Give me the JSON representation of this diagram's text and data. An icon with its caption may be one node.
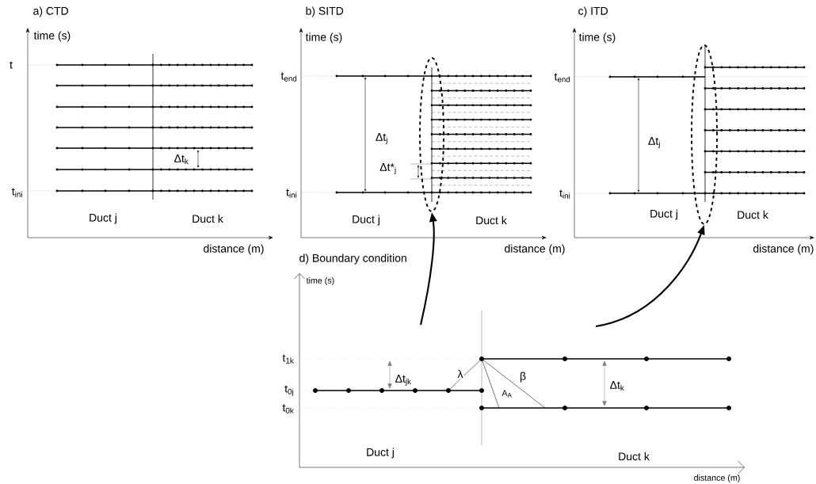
{
  "diagram": {
    "nodes": [
      {
        "text": [],
        "shape": "ellipse"
      },
      {
        "text": [],
        "shape": "ellipse"
      }
    ],
    "edges": [
      {
        "from": null,
        "to": 0,
        "arrow": "to"
      },
      {
        "from": null,
        "to": 1,
        "arrow": "to"
      }
    ],
    "labels": [
      "a) CTD",
      "b) SITD",
      "c) ITD",
      "time (s)",
      "time (s)",
      "time (s)",
      "t",
      "t$_{end}$",
      "t$_{end}$",
      "Δt$_{j}$",
      "Δt$_{j}$",
      "Δt$_{k}$",
      "Δt*$_{j}$",
      "t$_{ini}$",
      "t$_{ini}$",
      "t$_{ini}$",
      "Duct j",
      "Duct k",
      "Duct j",
      "Duct k",
      "Duct j",
      "Duct k",
      "distance (m)",
      "distance (m)",
      "distance (m)",
      "d) Boundary condition",
      "time (s)",
      "t$_{1k}$",
      "Δt$_{jk}$",
      "λ",
      "β",
      "t$_{0j}$",
      "A$_{A}$",
      "Δt$_{k}$",
      "t$_{0k}$",
      "Duct j",
      "Duct k",
      "distance (m)"
    ]
  }
}
